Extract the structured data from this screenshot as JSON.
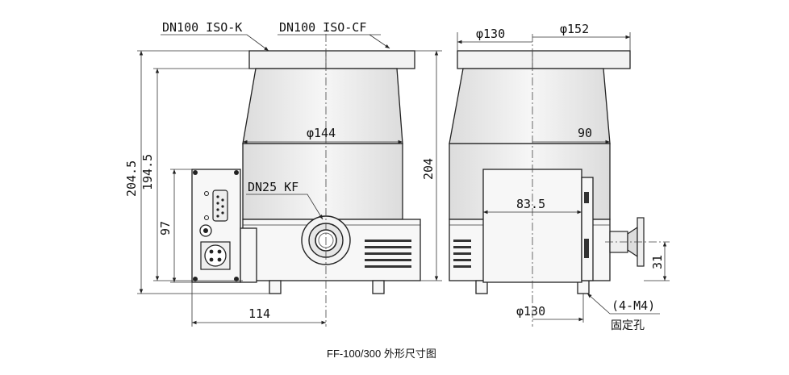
{
  "caption": "FF-100/300 外形尺寸图",
  "labels": {
    "flange_k": "DN100 ISO-K",
    "flange_cf": "DN100 ISO-CF",
    "dia_144": "φ144",
    "dn25": "DN25 KF",
    "dim_2045": "204.5",
    "dim_1945": "194.5",
    "dim_97": "97",
    "dim_114": "114",
    "dim_204": "204",
    "dia_130_top": "φ130",
    "dia_152": "φ152",
    "dim_90": "90",
    "dim_835": "83.5",
    "dim_31": "31",
    "dia_130_bottom": "φ130",
    "m4": "(4-M4)",
    "fixing_holes": "固定孔"
  }
}
